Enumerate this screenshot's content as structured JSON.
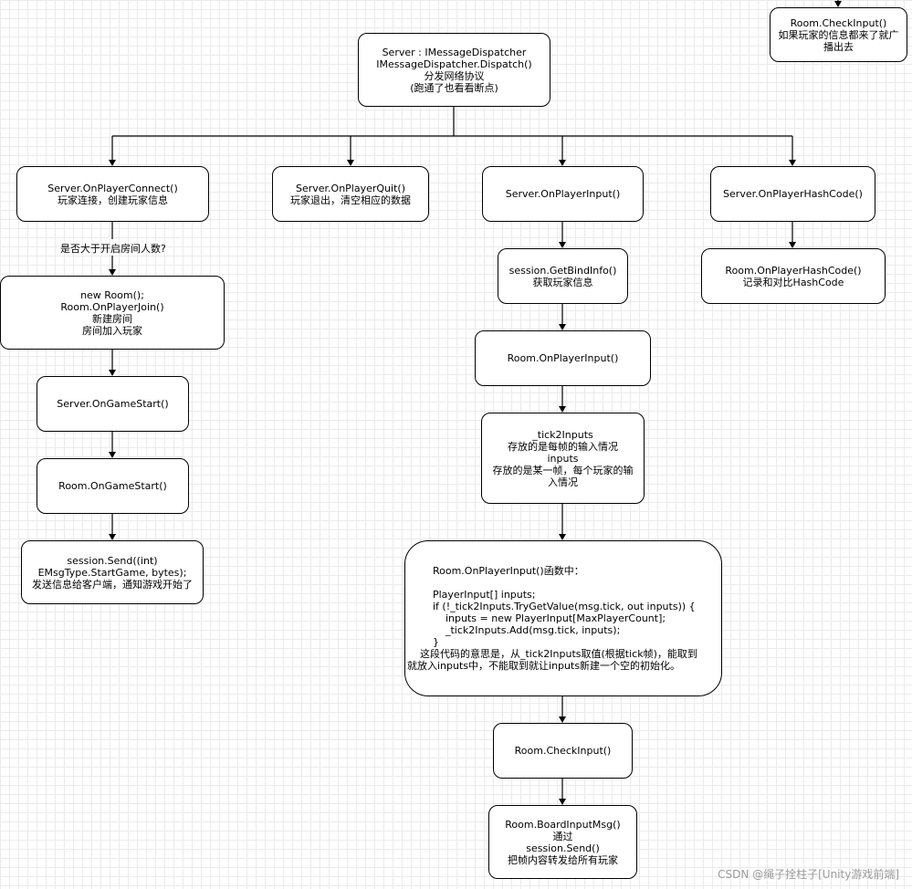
{
  "nodes": {
    "dispatcher": [
      "Server : IMessageDispatcher",
      "IMessageDispatcher.Dispatch()",
      "分发网络协议",
      "(跑通了也看看断点)"
    ],
    "check_input_top": [
      "Room.CheckInput()",
      "如果玩家的信息都来了就广",
      "播出去"
    ],
    "on_player_connect": [
      "Server.OnPlayerConnect()",
      "玩家连接，创建玩家信息"
    ],
    "on_player_quit": [
      "Server.OnPlayerQuit()",
      "玩家退出，清空相应的数据"
    ],
    "on_player_input": [
      "Server.OnPlayerInput()"
    ],
    "on_player_hashcode": [
      "Server.OnPlayerHashCode()"
    ],
    "new_room": [
      "new Room();",
      "Room.OnPlayerJoin()",
      "新建房间",
      "房间加入玩家"
    ],
    "server_game_start": [
      "Server.OnGameStart()"
    ],
    "room_game_start": [
      "Room.OnGameStart()"
    ],
    "session_send": [
      "session.Send((int)",
      "EMsgType.StartGame, bytes);",
      "发送信息给客户端，通知游戏开始了"
    ],
    "get_bind_info": [
      "session.GetBindInfo()",
      "获取玩家信息"
    ],
    "room_player_input": [
      "Room.OnPlayerInput()"
    ],
    "tick2inputs": [
      "_tick2Inputs",
      "存放的是每帧的输入情况",
      "inputs",
      "存放的是某一帧，每个玩家的输",
      "入情况"
    ],
    "code_block": [
      "        Room.OnPlayerInput()函数中：",
      "",
      "        PlayerInput[] inputs;",
      "        if (!_tick2Inputs.TryGetValue(msg.tick, out inputs)) {",
      "            inputs = new PlayerInput[MaxPlayerCount];",
      "            _tick2Inputs.Add(msg.tick, inputs);",
      "        }",
      "    这段代码的意思是，从_tick2Inputs取值(根据tick帧)，能取到",
      "就放入inputs中，不能取到就让inputs新建一个空的初始化。"
    ],
    "room_check_input": [
      "Room.CheckInput()"
    ],
    "board_input_msg": [
      "Room.BoardInputMsg()",
      "通过",
      "session.Send()",
      "把帧内容转发给所有玩家"
    ],
    "room_hashcode": [
      "Room.OnPlayerHashCode()",
      "记录和对比HashCode"
    ]
  },
  "edge_label": "是否大于开启房间人数?",
  "watermark": "CSDN @绳子拴柱子[Unity游戏前端]",
  "colors": {
    "background": "#ffffff",
    "grid": "#ebebeb",
    "stroke": "#000000",
    "watermark": "#9a9a9a"
  }
}
